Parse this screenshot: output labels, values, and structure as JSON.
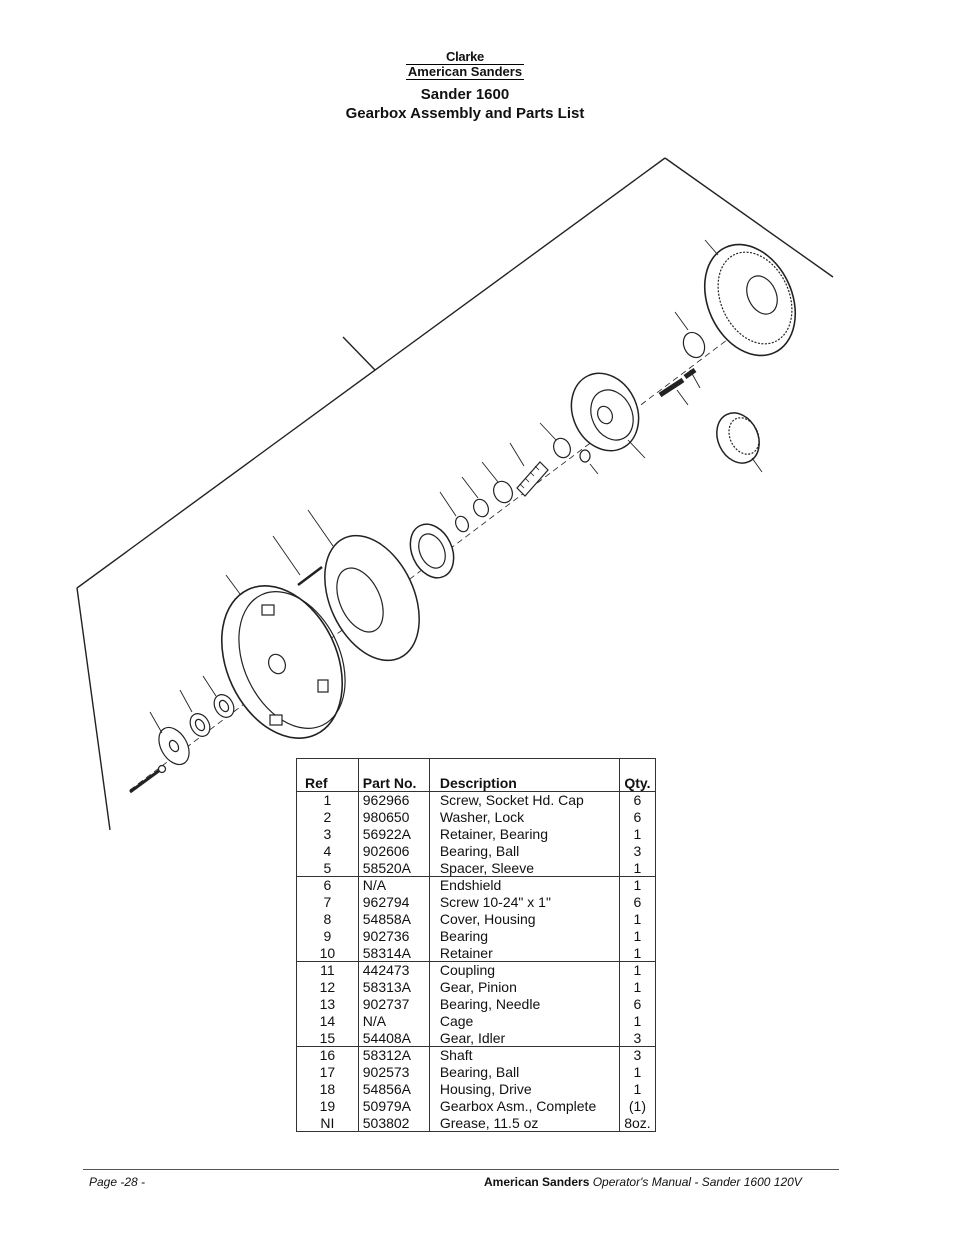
{
  "header": {
    "logo_line1": "Clarke",
    "logo_line2": "American Sanders",
    "title": "Sander 1600",
    "subtitle": "Gearbox Assembly and Parts List"
  },
  "table": {
    "columns": [
      "Ref",
      "Part No.",
      "Description",
      "Qty."
    ],
    "rows": [
      [
        "1",
        "962966",
        "Screw, Socket Hd. Cap",
        "6"
      ],
      [
        "2",
        "980650",
        "Washer, Lock",
        "6"
      ],
      [
        "3",
        "56922A",
        "Retainer, Bearing",
        "1"
      ],
      [
        "4",
        "902606",
        "Bearing, Ball",
        "3"
      ],
      [
        "5",
        "58520A",
        "Spacer, Sleeve",
        "1"
      ],
      [
        "6",
        "N/A",
        "Endshield",
        "1"
      ],
      [
        "7",
        "962794",
        "Screw 10-24\" x 1\"",
        "6"
      ],
      [
        "8",
        "54858A",
        "Cover, Housing",
        "1"
      ],
      [
        "9",
        "902736",
        "Bearing",
        "1"
      ],
      [
        "10",
        "58314A",
        "Retainer",
        "1"
      ],
      [
        "11",
        "442473",
        "Coupling",
        "1"
      ],
      [
        "12",
        "58313A",
        "Gear, Pinion",
        "1"
      ],
      [
        "13",
        "902737",
        "Bearing, Needle",
        "6"
      ],
      [
        "14",
        "N/A",
        "Cage",
        "1"
      ],
      [
        "15",
        "54408A",
        "Gear, Idler",
        "3"
      ],
      [
        "16",
        "58312A",
        "Shaft",
        "3"
      ],
      [
        "17",
        "902573",
        "Bearing, Ball",
        "1"
      ],
      [
        "18",
        "54856A",
        "Housing, Drive",
        "1"
      ],
      [
        "19",
        "50979A",
        "Gearbox Asm., Complete",
        "(1)"
      ],
      [
        "NI",
        "503802",
        "Grease, 11.5 oz",
        "8oz."
      ]
    ]
  },
  "footer": {
    "page": "Page -28 -",
    "brand": "American Sanders",
    "manual": " Operator's Manual - Sander 1600 120V"
  }
}
